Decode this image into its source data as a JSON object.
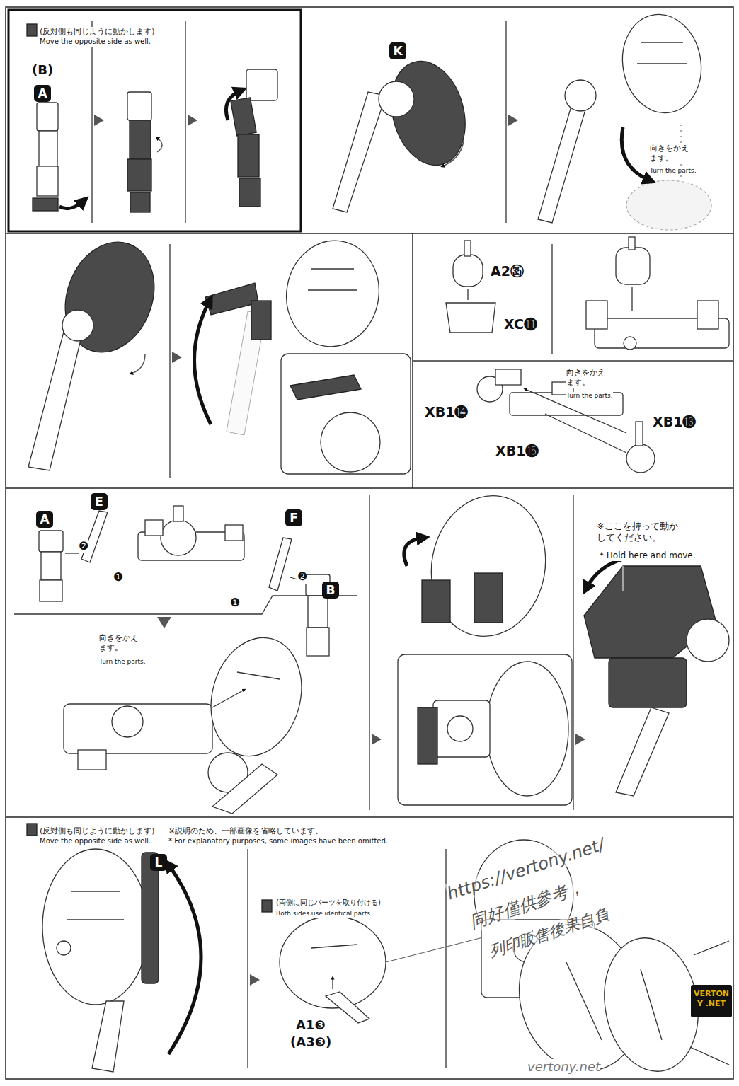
{
  "diagram": {
    "nodes": [
      {
        "text": [
          "A"
        ]
      },
      {
        "text": [
          "K"
        ]
      },
      {
        "text": [
          "A"
        ]
      },
      {
        "text": [
          "E"
        ]
      },
      {
        "text": [
          "F"
        ]
      },
      {
        "text": [
          "B"
        ]
      },
      {
        "text": [
          "L"
        ]
      }
    ],
    "labels": [
      "(反対側も同じように動かします)",
      "Move the opposite side as well.",
      "(B)",
      "向きをかえます。",
      "Turn the parts.",
      "A2㉟",
      "XC⓫",
      "向きをかえます。",
      "Turn the parts.",
      "XB1⓮",
      "XB1⓭",
      "XB1⓯",
      "❷",
      "❶",
      "❶",
      "❷",
      "向きをかえます。",
      "Turn the parts.",
      "※ここを持って動かしてください。",
      "* Hold here and move.",
      "(反対側も同じように動かします)",
      "Move the opposite side as well.",
      "※説明のため、一部画像を省略しています。",
      "* For explanatory purposes, some images have been omitted.",
      "(両側に同じパーツを取り付ける)",
      "Both sides use identical parts.",
      "A1❸",
      "(A3❸)",
      "https://vertony.net/",
      "同好僅供參考，",
      "列印販售後果自負",
      "VERTONY .NET",
      "vertony.net"
    ]
  }
}
